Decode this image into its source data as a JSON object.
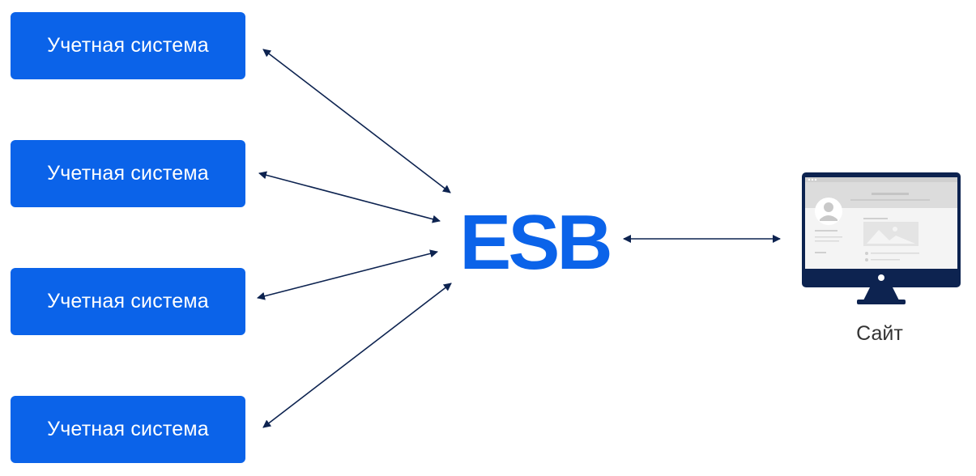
{
  "diagram": {
    "systems": [
      {
        "label": "Учетная система"
      },
      {
        "label": "Учетная система"
      },
      {
        "label": "Учетная система"
      },
      {
        "label": "Учетная система"
      }
    ],
    "hub": {
      "label": "ESB"
    },
    "site": {
      "label": "Сайт"
    }
  },
  "colors": {
    "box_fill": "#0b63e9",
    "box_text": "#ffffff",
    "hub_text": "#0b63e9",
    "arrow": "#0d2350",
    "monitor": "#0d2350",
    "site_text": "#333333"
  },
  "icons": {
    "site": "computer-monitor-icon"
  }
}
